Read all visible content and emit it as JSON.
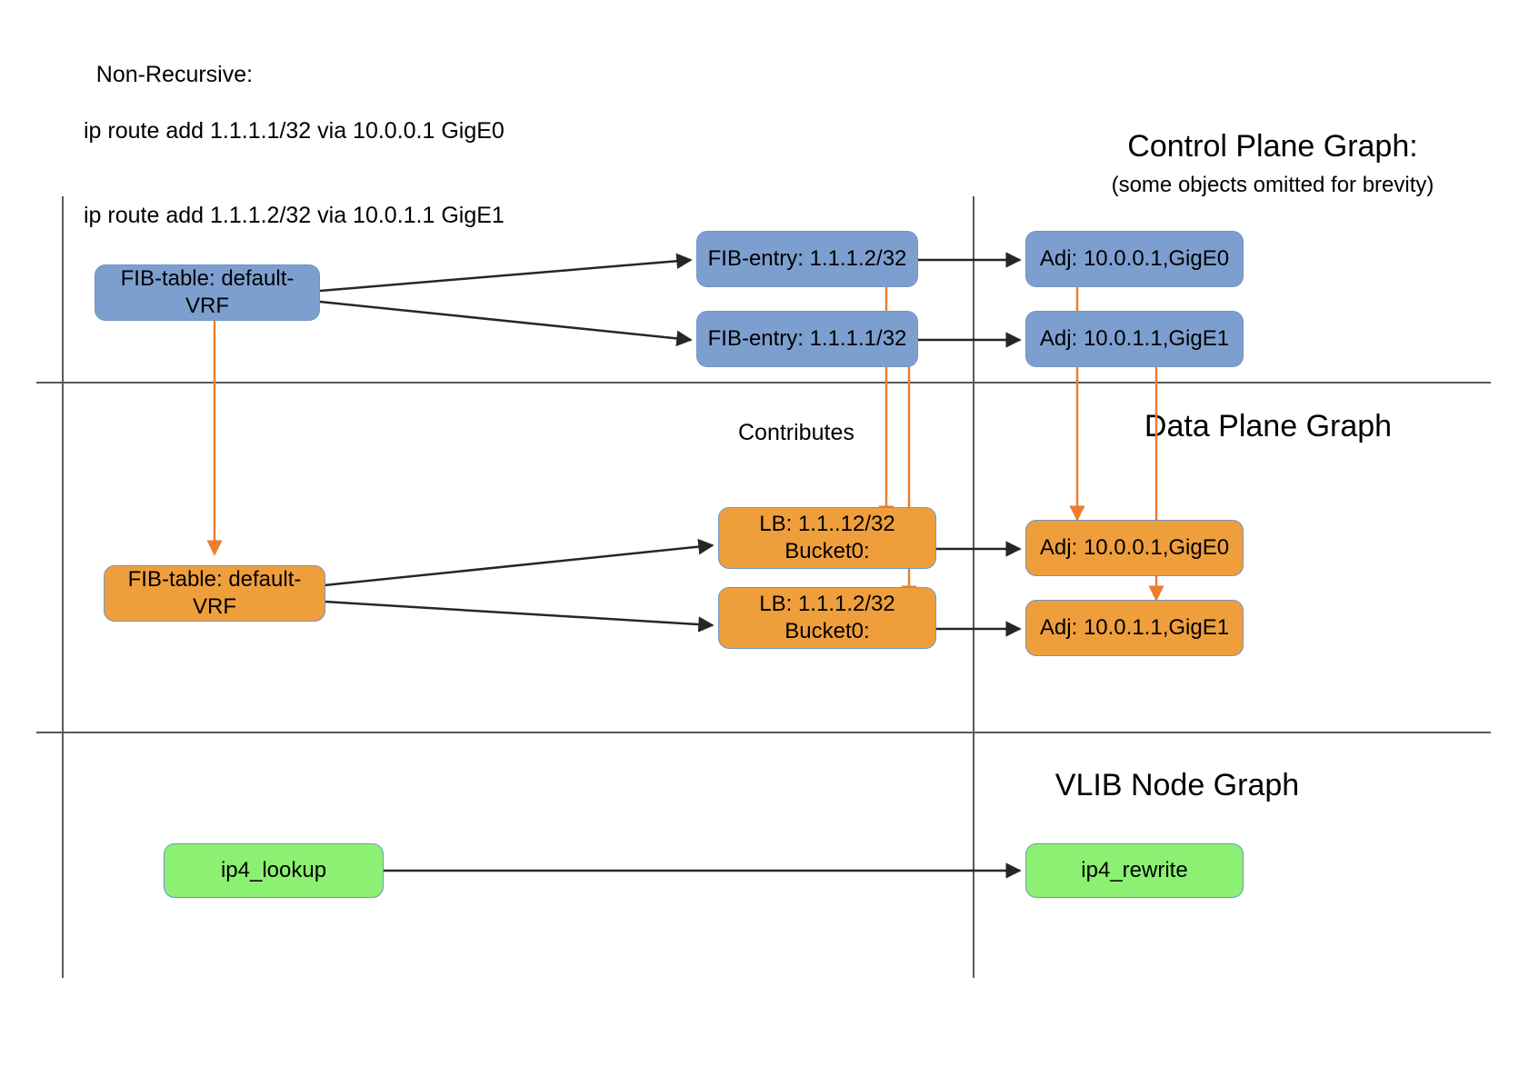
{
  "caption": {
    "line1": "Non-Recursive:",
    "line2": "ip route add 1.1.1.1/32 via 10.0.0.1 GigE0",
    "line3": "ip route add 1.1.1.2/32 via 10.0.1.1 GigE1"
  },
  "sections": {
    "control_plane": {
      "title": "Control Plane Graph:",
      "subtitle": "(some objects omitted for brevity)"
    },
    "data_plane": {
      "title": "Data Plane Graph"
    },
    "vlib": {
      "title": "VLIB Node Graph"
    }
  },
  "labels": {
    "contributes": "Contributes"
  },
  "nodes": {
    "cp_fib_table": {
      "label": "FIB-table: default-VRF"
    },
    "cp_fib_entry_2": {
      "label": "FIB-entry: 1.1.1.2/32"
    },
    "cp_fib_entry_1": {
      "label": "FIB-entry: 1.1.1.1/32"
    },
    "cp_adj_0": {
      "label": "Adj: 10.0.0.1,GigE0"
    },
    "cp_adj_1": {
      "label": "Adj: 10.0.1.1,GigE1"
    },
    "dp_fib_table": {
      "label": "FIB-table: default-VRF"
    },
    "dp_lb_0": {
      "label": "LB: 1.1..12/32",
      "line2": "Bucket0:"
    },
    "dp_lb_1": {
      "label": "LB: 1.1.1.2/32",
      "line2": "Bucket0:"
    },
    "dp_adj_0": {
      "label": "Adj: 10.0.0.1,GigE0"
    },
    "dp_adj_1": {
      "label": "Adj: 10.0.1.1,GigE1"
    },
    "vlib_lookup": {
      "label": "ip4_lookup"
    },
    "vlib_rewrite": {
      "label": "ip4_rewrite"
    }
  },
  "colors": {
    "control_plane_fill": "#7d9fcf",
    "data_plane_fill": "#ef9e3c",
    "vlib_fill": "#8cf072",
    "node_stroke": "#6f95c4",
    "structural_link": "#262626",
    "contributes_link": "#ed7d31",
    "rule": "#595959"
  }
}
